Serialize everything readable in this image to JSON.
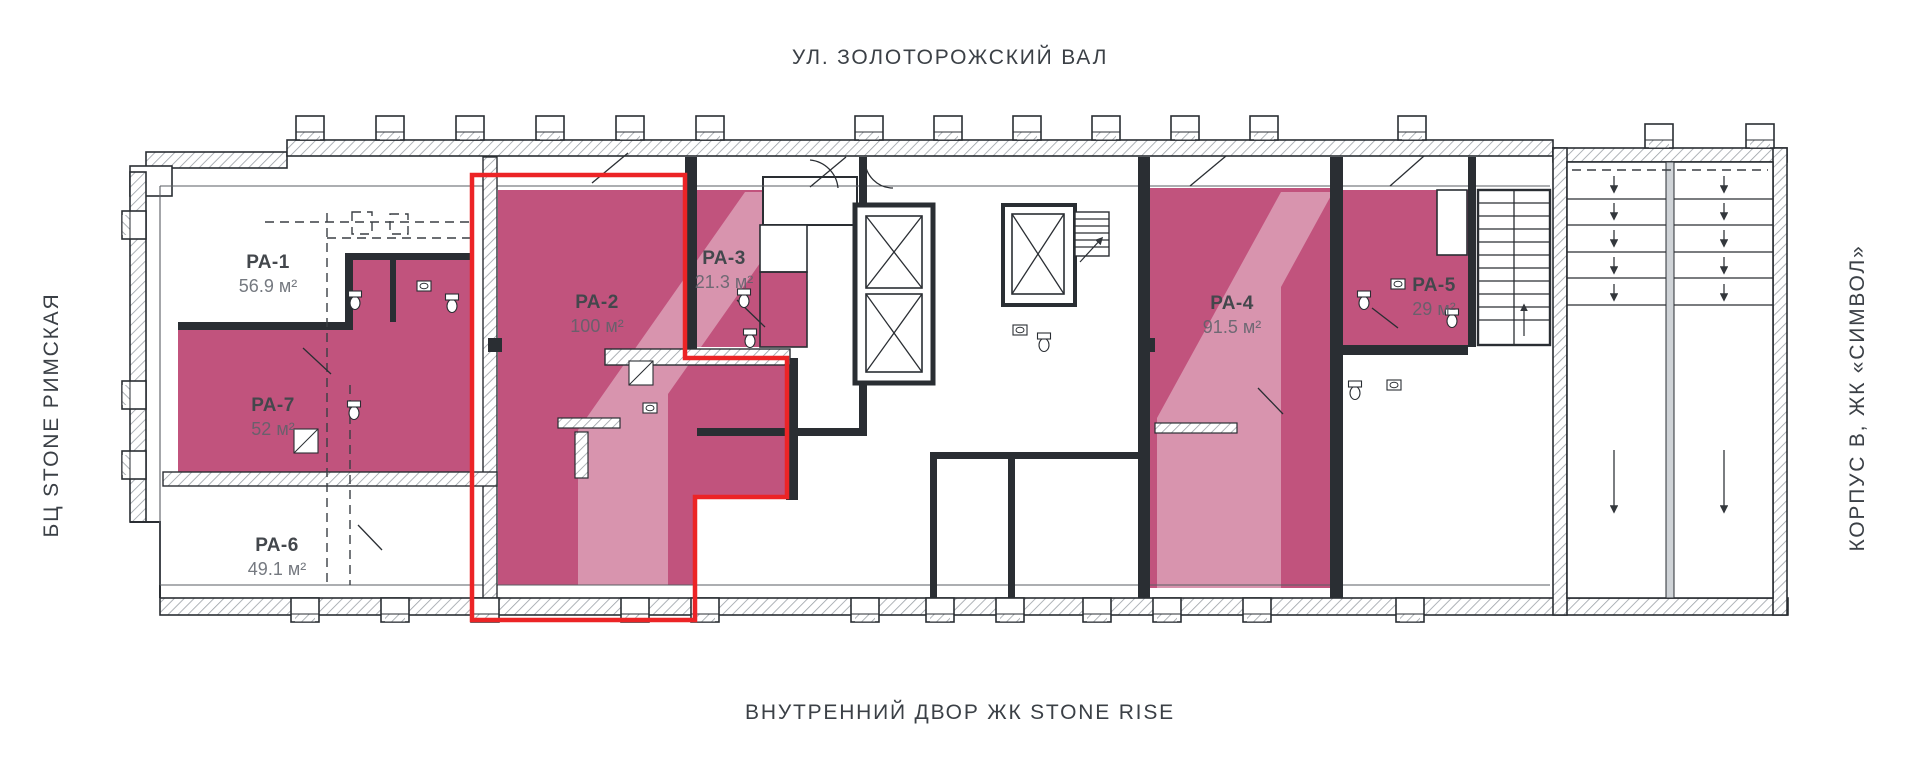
{
  "surroundings": {
    "top": "УЛ. ЗОЛОТОРОЖСКИЙ ВАЛ",
    "bottom": "ВНУТРЕННИЙ ДВОР ЖК STONE RISE",
    "left": "БЦ STONE РИМСКАЯ",
    "right": "КОРПУС В, ЖК «СИМВОЛ»"
  },
  "units": [
    {
      "id": "PA-1",
      "name": "РА-1",
      "area": "56.9 м²",
      "highlighted": false,
      "selected": false
    },
    {
      "id": "PA-2",
      "name": "РА-2",
      "area": "100 м²",
      "highlighted": true,
      "selected": true
    },
    {
      "id": "PA-3",
      "name": "РА-3",
      "area": "21.3 м²",
      "highlighted": true,
      "selected": false
    },
    {
      "id": "PA-4",
      "name": "РА-4",
      "area": "91.5 м²",
      "highlighted": true,
      "selected": false
    },
    {
      "id": "PA-5",
      "name": "РА-5",
      "area": "29 м²",
      "highlighted": true,
      "selected": false
    },
    {
      "id": "PA-6",
      "name": "РА-6",
      "area": "49.1 м²",
      "highlighted": false,
      "selected": false
    },
    {
      "id": "PA-7",
      "name": "РА-7",
      "area": "52 м²",
      "highlighted": true,
      "selected": false
    }
  ],
  "colors": {
    "unit_highlight": "#c1537d",
    "unit_highlight_light": "#dda6bf",
    "selection_outline": "#ec2426",
    "walls": "#2a2e33",
    "label": "#43474c",
    "label_muted": "#5d626a",
    "surround_label": "#3b4046"
  }
}
